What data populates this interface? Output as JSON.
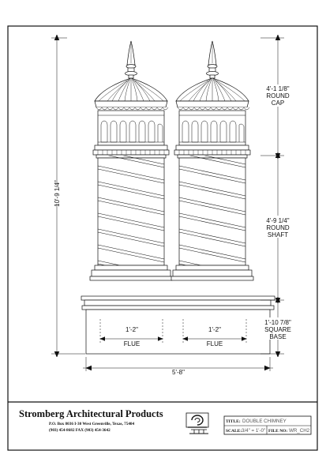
{
  "dimensions": {
    "overall_height": "10'-9 1/4\"",
    "cap_height": "4'-1 1/8\"",
    "cap_label_1": "ROUND",
    "cap_label_2": "CAP",
    "shaft_height": "4'-9 1/4\"",
    "shaft_label_1": "ROUND",
    "shaft_label_2": "SHAFT",
    "base_height": "1'-10 7/8\"",
    "base_label_1": "SQUARE",
    "base_label_2": "BASE",
    "overall_width": "5'-8\"",
    "flue_left": "1'-2\"",
    "flue_left_label": "FLUE",
    "flue_right": "1'-2\"",
    "flue_right_label": "FLUE"
  },
  "title_block": {
    "company": "Stromberg Architectural Products",
    "address_line_1": "P.O. Box 8036      I-30 West      Greenville, Texas, 75404",
    "address_line_2": "(903) 454-8682      FAX (903) 454-3642",
    "title_label": "TITLE:",
    "title_value": "DOUBLE CHIMNEY",
    "scale_label": "SCALE:",
    "scale_value": "3/4\" = 1'-0\"",
    "file_label": "FILE NO:",
    "file_value": "WR_CH2"
  }
}
